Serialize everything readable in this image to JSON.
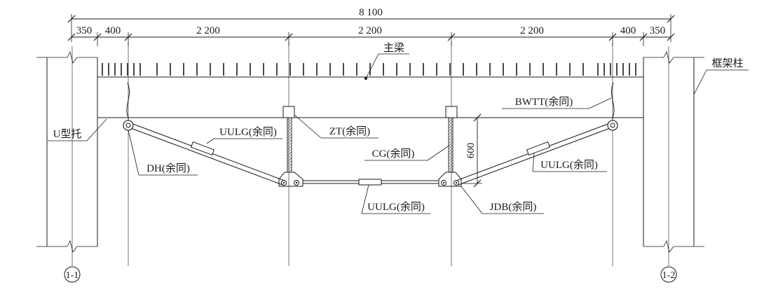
{
  "dimensions": {
    "overall": "8 100",
    "segments": [
      "350",
      "400",
      "2 200",
      "2 200",
      "2 200",
      "400",
      "350"
    ],
    "strut_height": "600"
  },
  "labels": {
    "main_beam": "主梁",
    "frame_column": "框架柱",
    "u_bracket": "U型托",
    "bwtt": "BWTT(余同)",
    "uulg_left": "UULG(余同)",
    "zt": "ZT(余同)",
    "cg": "CG(余同)",
    "uulg_right": "UULG(余同)",
    "dh": "DH(余同)",
    "uulg_bottom": "UULG(余同)",
    "jdb": "JDB(余同)"
  },
  "section_marks": {
    "left": "1-1",
    "right": "1-2"
  }
}
